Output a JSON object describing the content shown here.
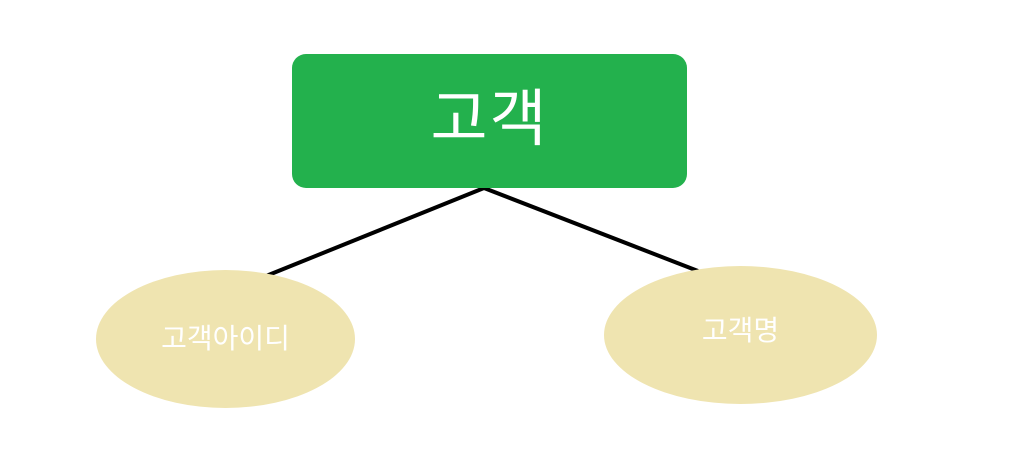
{
  "diagram": {
    "entity": {
      "label": "고객",
      "color": "#23b14d",
      "text_color": "#ffffff"
    },
    "attributes": [
      {
        "label": "고객아이디",
        "color": "#efe4b0",
        "text_color": "#ffffff"
      },
      {
        "label": "고객명",
        "color": "#efe4b0",
        "text_color": "#ffffff"
      }
    ],
    "connector_color": "#000000"
  }
}
